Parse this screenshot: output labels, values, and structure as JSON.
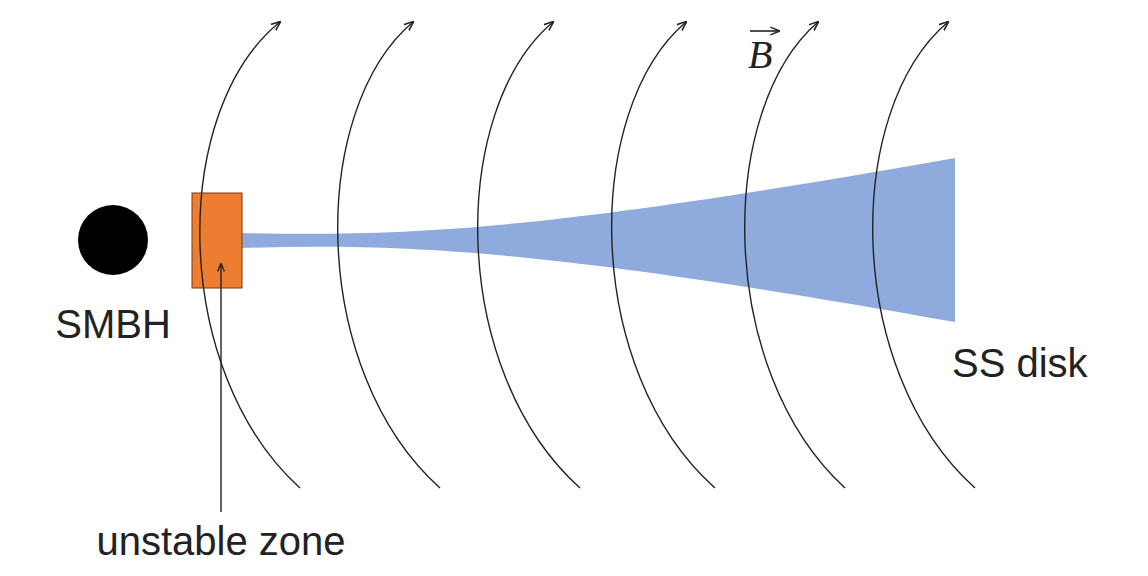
{
  "diagram": {
    "nodes": [
      {
        "text": [
          "SMBH"
        ]
      }
    ],
    "labels": [
      "B",
      "SS disk",
      "unstable zone"
    ]
  }
}
